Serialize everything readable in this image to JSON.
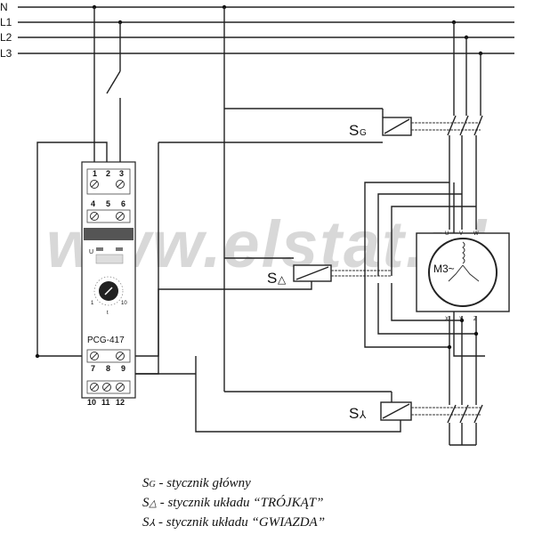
{
  "bus": {
    "n": "N",
    "l1": "L1",
    "l2": "L2",
    "l3": "L3"
  },
  "contactors": {
    "main": {
      "label": "S",
      "sub": "G"
    },
    "delta": {
      "label": "S",
      "sub": "△"
    },
    "star": {
      "label": "S",
      "sub": "⅄"
    }
  },
  "relay": {
    "model": "PCG-417",
    "top_terminals": [
      "1",
      "2",
      "3"
    ],
    "row2_terminals": [
      "4",
      "5",
      "6"
    ],
    "row3_terminals": [
      "7",
      "8",
      "9"
    ],
    "bottom_terminals": [
      "10",
      "11",
      "12"
    ],
    "led_u": "U",
    "knob_label": "t",
    "scale_left": "1",
    "scale_right": "10"
  },
  "motor": {
    "label": "M3~",
    "top_terms": [
      "U",
      "V",
      "W"
    ],
    "bottom_terms": [
      "X",
      "Y",
      "Z"
    ]
  },
  "watermark": "www.elstat.pl",
  "legend": [
    {
      "sym": "S",
      "sub": "G",
      "text": " - stycznik główny"
    },
    {
      "sym": "S",
      "sub": "△",
      "text": " - stycznik układu “TRÓJKĄT”"
    },
    {
      "sym": "S",
      "sub": "⅄",
      "text": " - stycznik układu “GWIAZDA”"
    }
  ]
}
